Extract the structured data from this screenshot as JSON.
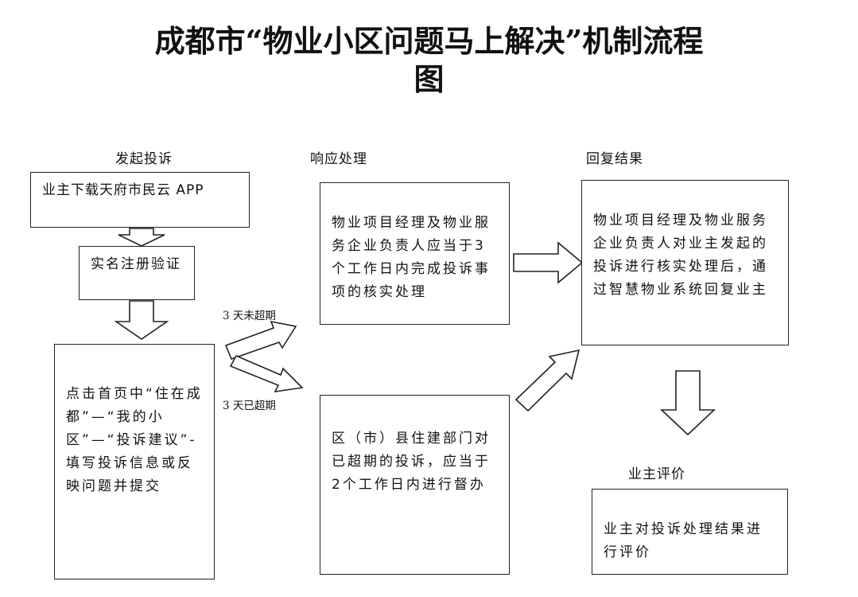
{
  "title": {
    "line1": "成都市“物业小区问题马上解决”机制流程",
    "line2": "图"
  },
  "columns": {
    "initiate": "发起投诉",
    "respond": "响应处理",
    "reply": "回复结果"
  },
  "boxes": {
    "download_app": "业主下载天府市民云 APP",
    "realname": "实名注册验证",
    "click_path": "点击首页中“住在成都”—“我的小区”—“投诉建议”-填写投诉信息或反映问题并提交",
    "pm_handle": "物业项目经理及物业服务企业负责人应当于3个工作日内完成投诉事项的核实处理",
    "district_handle": "区（市）县住建部门对已超期的投诉，应当于2个工作日内进行督办",
    "reply_result": "物业项目经理及物业服务企业负责人对业主发起的投诉进行核实处理后，通过智慧物业系统回复业主",
    "owner_eval": "业主对投诉处理结果进行评价"
  },
  "labels": {
    "not_overdue": "3 天未超期",
    "overdue": "3 天已超期",
    "owner_eval_title": "业主评价"
  }
}
